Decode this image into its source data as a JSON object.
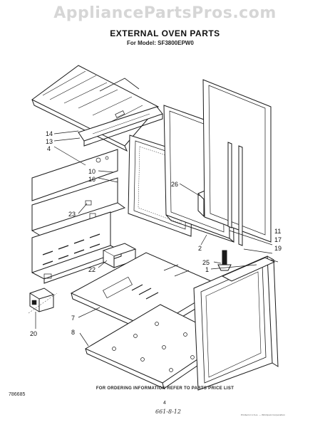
{
  "watermark": "AppliancePartsPros.com",
  "title": "EXTERNAL OVEN PARTS",
  "model_line": "For Model: SF3800EPW0",
  "footnote": "FOR ORDERING INFORMATION REFER TO PARTS PRICE LIST",
  "diagram_ref": "786685",
  "page_number": "4",
  "handwritten_note": "661-8-12",
  "copyright_note": "Printed in U.S.A. — Whirlpool Corporation",
  "callouts": {
    "c14": "14",
    "c13": "13",
    "c4": "4",
    "c10": "10",
    "c16": "16",
    "c26": "26",
    "c23": "23",
    "c2": "2",
    "c11": "11",
    "c17": "17",
    "c19": "19",
    "c25": "25",
    "c22": "22",
    "c1": "1",
    "c7": "7",
    "c8": "8",
    "c20": "20"
  }
}
